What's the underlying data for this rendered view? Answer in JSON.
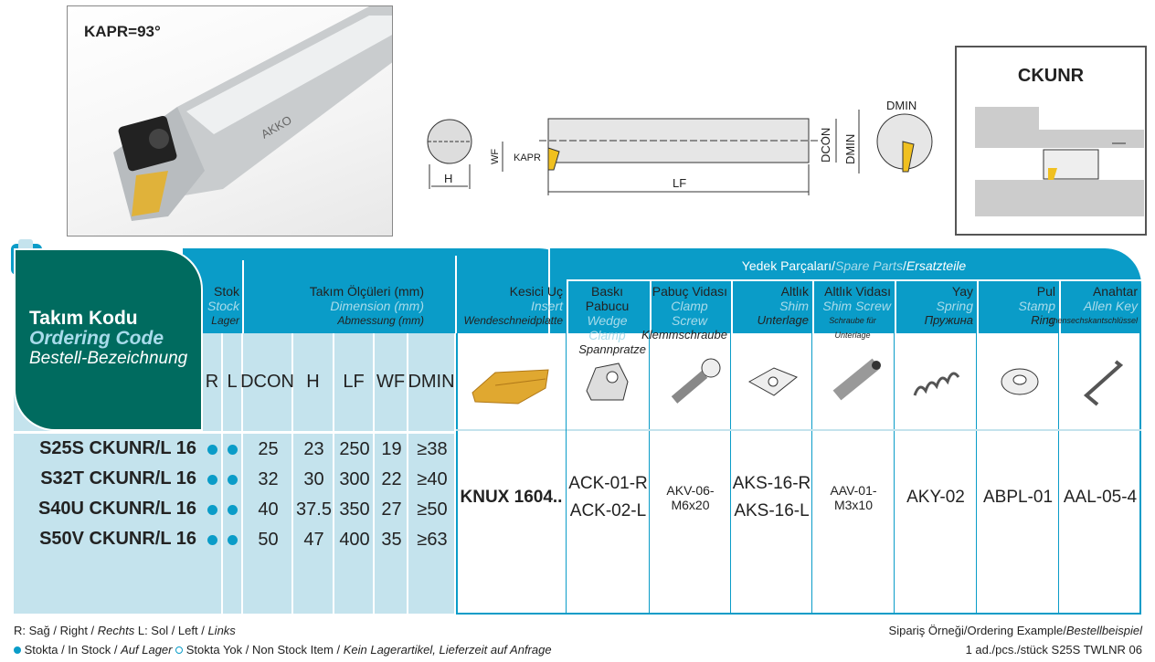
{
  "photo": {
    "kapr": "KAPR=93°",
    "brand": "AKKO"
  },
  "drawing": {
    "labels": {
      "h": "H",
      "wf": "WF",
      "kapr": "KAPR",
      "lf": "LF",
      "dcon": "DCON",
      "dmin": "DMIN",
      "dmin2": "DMIN"
    }
  },
  "ckunr": {
    "title": "CKUNR"
  },
  "table": {
    "code_header": {
      "tr": "Takım Kodu",
      "en": "Ordering Code",
      "de": "Bestell-Bezeichnung"
    },
    "stock_header": {
      "tr": "Stok",
      "en": "Stock",
      "de": "Lager"
    },
    "dim_header": {
      "tr": "Takım Ölçüleri (mm)",
      "en": "Dimension (mm)",
      "de": "Abmessung (mm)"
    },
    "insert_header": {
      "tr": "Kesici Uç",
      "en": "Insert",
      "de": "Wendeschneidplatte"
    },
    "spare_header": {
      "tr": "Yedek Parçaları",
      "sep": " / ",
      "en": "Spare Parts",
      "sep2": " / ",
      "de": "Ersatzteile"
    },
    "spare_cols": [
      {
        "tr": "Baskı Pabucu",
        "en": "Wedge Clamp",
        "de": "Spannpratze"
      },
      {
        "tr": "Pabuç Vidası",
        "en": "Clamp Screw",
        "de": "Klemmschraube"
      },
      {
        "tr": "Altlık",
        "en": "Shim",
        "de": "Unterlage"
      },
      {
        "tr": "Altlık Vidası",
        "en": "Shim Screw",
        "de": "Schraube für Unterlage"
      },
      {
        "tr": "Yay",
        "en": "Spring",
        "de": "Пружина"
      },
      {
        "tr": "Pul",
        "en": "Stamp",
        "de": "Ring"
      },
      {
        "tr": "Anahtar",
        "en": "Allen Key",
        "de": "Innensechskantschlüssel"
      }
    ],
    "dim_cols": [
      "R",
      "L",
      "DCON",
      "H",
      "LF",
      "WF",
      "DMIN"
    ],
    "rows": [
      {
        "code": "S25S CKUNR/L 16",
        "dcon": "25",
        "h": "23",
        "lf": "250",
        "wf": "19",
        "dmin": "≥38"
      },
      {
        "code": "S32T CKUNR/L 16",
        "dcon": "32",
        "h": "30",
        "lf": "300",
        "wf": "22",
        "dmin": "≥40"
      },
      {
        "code": "S40U CKUNR/L 16",
        "dcon": "40",
        "h": "37.5",
        "lf": "350",
        "wf": "27",
        "dmin": "≥50"
      },
      {
        "code": "S50V CKUNR/L 16",
        "dcon": "50",
        "h": "47",
        "lf": "400",
        "wf": "35",
        "dmin": "≥63"
      }
    ],
    "insert": "KNUX 1604..",
    "spares": {
      "clamp": [
        "ACK-01-R",
        "ACK-02-L"
      ],
      "clamp_screw": "AKV-06-M6x20",
      "shim": [
        "AKS-16-R",
        "AKS-16-L"
      ],
      "shim_screw": "AAV-01-M3x10",
      "spring": "AKY-02",
      "stamp": "ABPL-01",
      "key": "AAL-05-4"
    }
  },
  "footer": {
    "line1": {
      "a": "R: Sağ / Right / ",
      "b": "Rechts",
      "c": "  L: Sol / Left / ",
      "d": "Links"
    },
    "line2": {
      "a": " Stokta / In Stock / ",
      "b": "Auf Lager",
      "c": " Stokta Yok / Non Stock Item / ",
      "d": "Kein Lagerartikel, Lieferzeit auf Anfrage"
    },
    "example_title": {
      "a": "Sipariş Örneği/Ordering Example/",
      "b": "Bestellbeispiel"
    },
    "example": "1 ad./pcs./stück S25S TWLNR 06"
  },
  "colors": {
    "teal": "#006b5f",
    "blue": "#0a9cc8",
    "light": "#c4e3ed"
  }
}
